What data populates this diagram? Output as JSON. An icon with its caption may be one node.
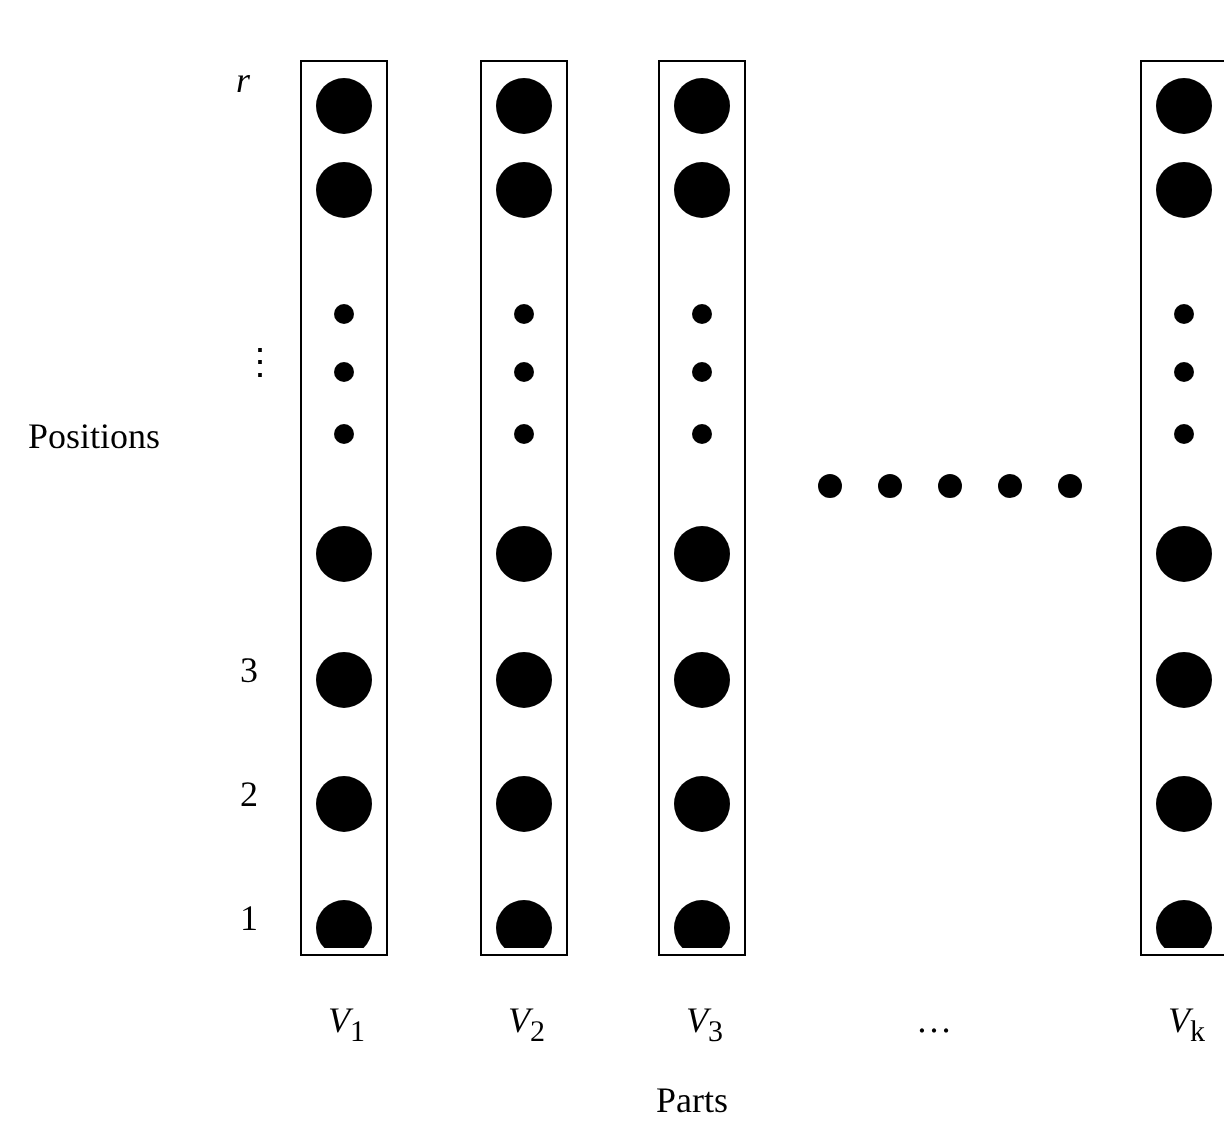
{
  "diagram": {
    "nodes": [
      {
        "text": [
          "*V*$_{1}$"
        ]
      },
      {
        "text": [
          "*V*$_{2}$"
        ]
      },
      {
        "text": [
          "*V*$_{3}$"
        ]
      },
      {
        "text": [
          "*V*$_{k}$"
        ]
      }
    ],
    "labels": [
      "*r*",
      "⋮",
      "3",
      "2",
      "1",
      "Positions",
      "…",
      "Parts"
    ]
  }
}
